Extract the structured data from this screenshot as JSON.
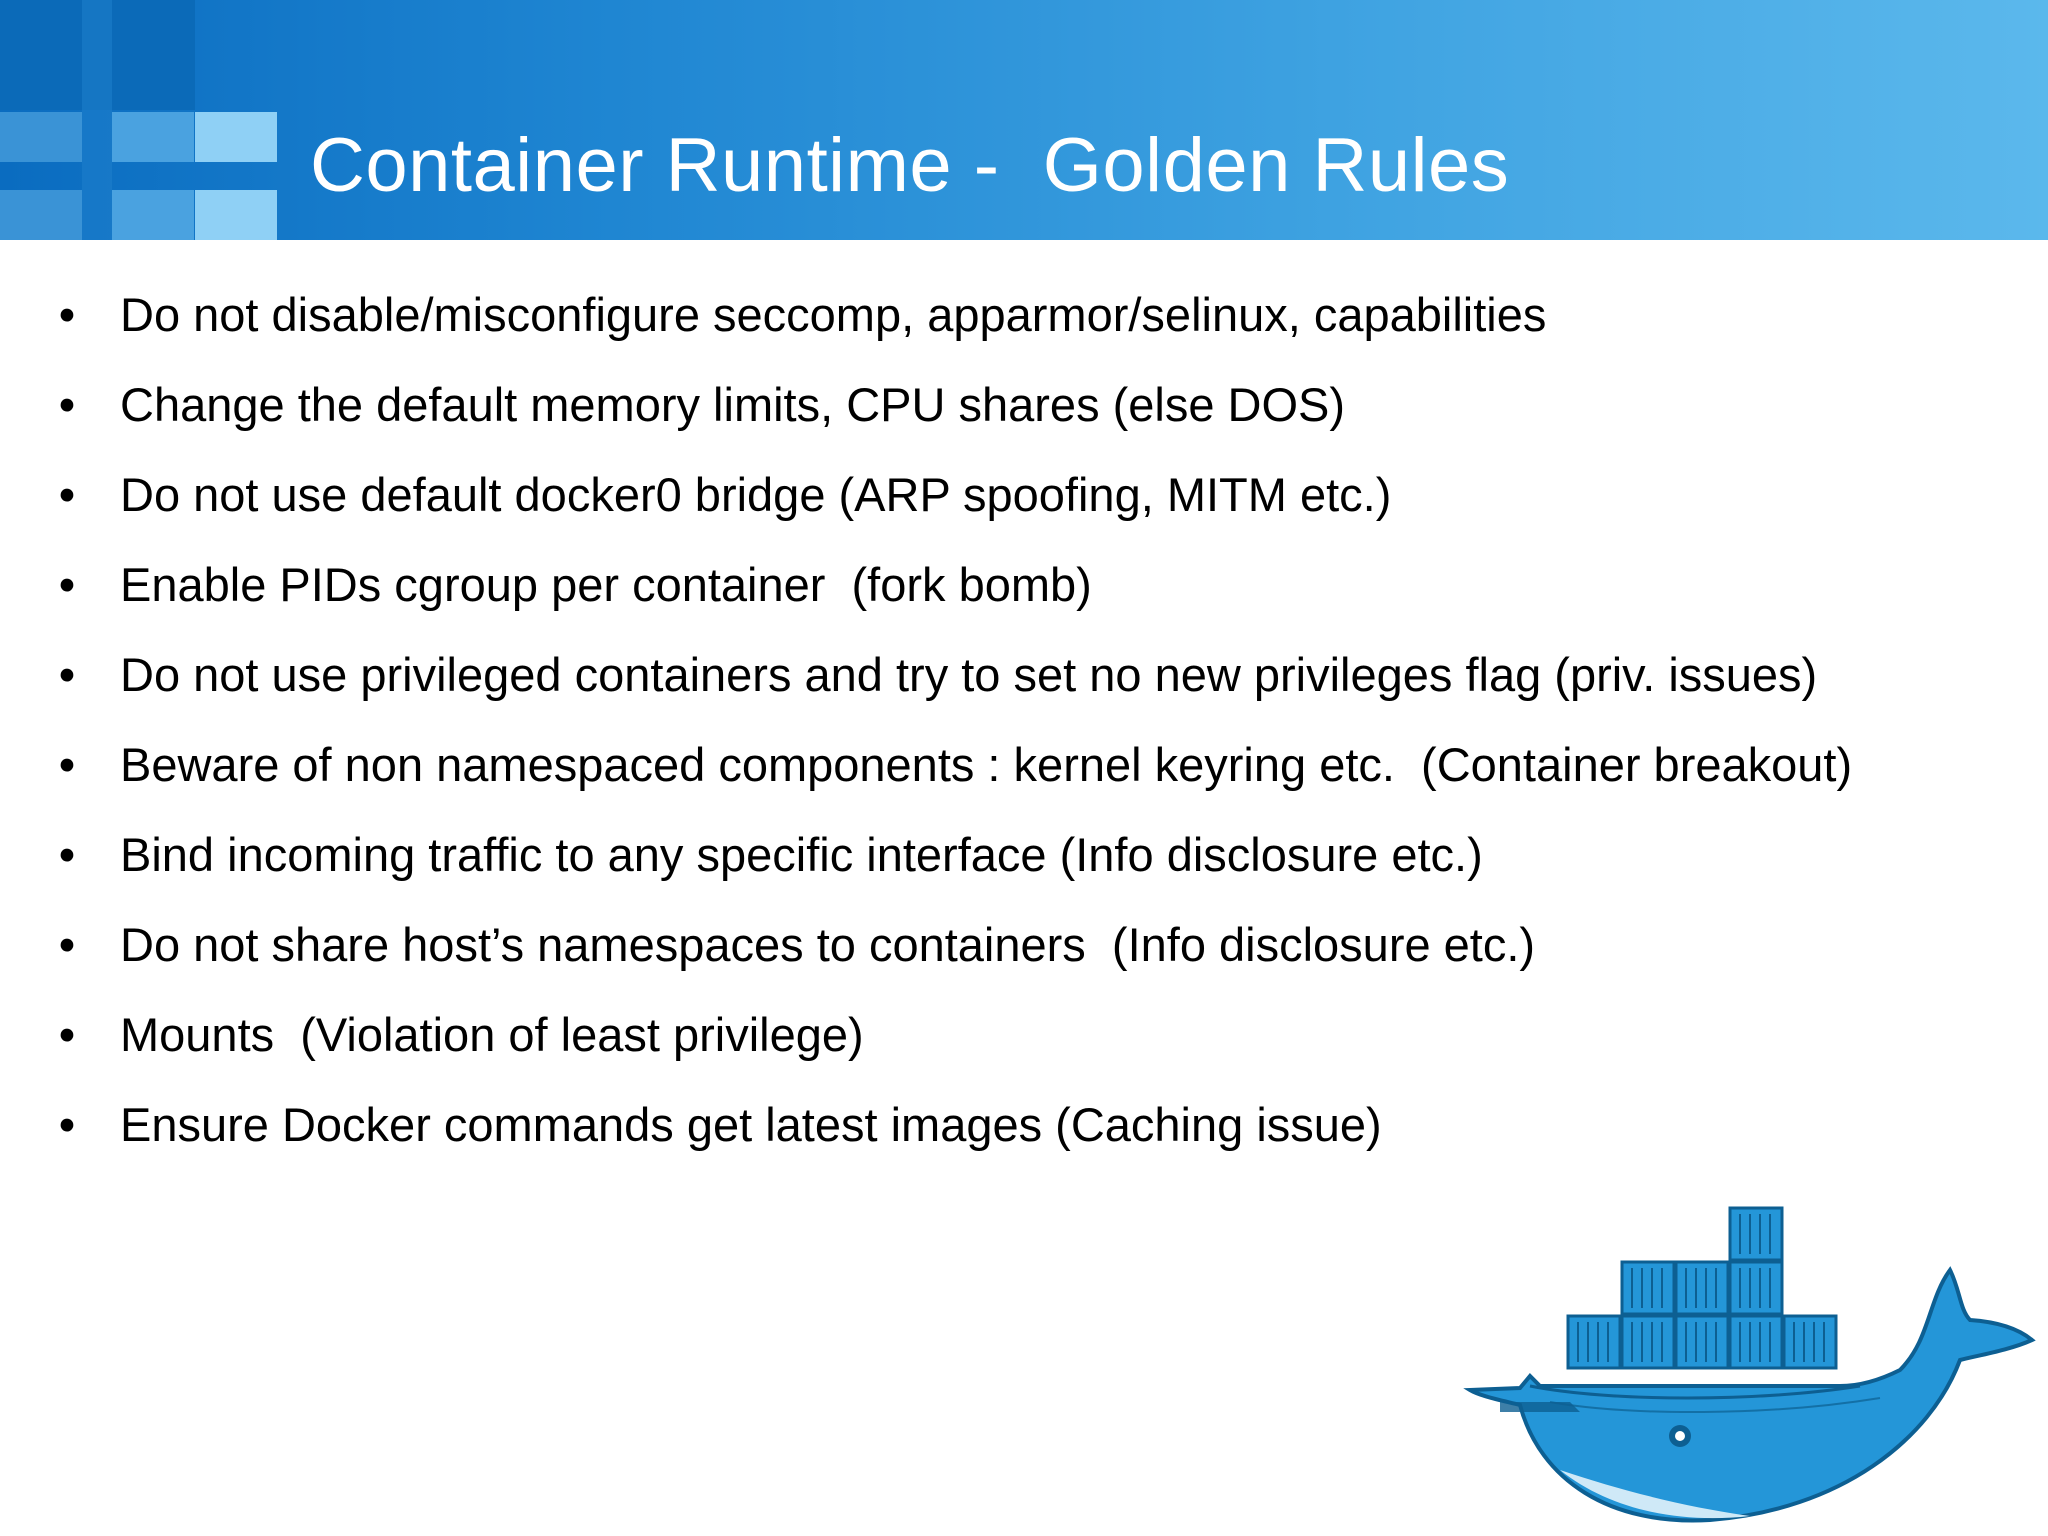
{
  "slide": {
    "title": "Container Runtime -  Golden Rules",
    "bullet_symbol": "•",
    "bullets": [
      "Do not disable/misconfigure seccomp, apparmor/selinux, capabilities",
      "Change the default memory limits, CPU shares (else DOS)",
      "Do not use default docker0 bridge (ARP spoofing, MITM etc.)",
      "Enable PIDs cgroup per container  (fork bomb)",
      "Do not use privileged containers and try to set no new privileges flag (priv. issues)",
      "Beware of non namespaced components : kernel keyring etc.  (Container breakout)",
      "Bind incoming traffic to any specific interface (Info disclosure etc.)",
      "Do not share host’s namespaces to containers  (Info disclosure etc.)",
      "Mounts  (Violation of least privilege)",
      "Ensure Docker commands get latest images (Caching issue)"
    ]
  },
  "colors": {
    "header_start": "#0a6cc0",
    "header_end": "#5bb8ec",
    "title_text": "#ffffff",
    "body_text": "#000000",
    "whale_blue": "#2496d8",
    "whale_dark": "#0d5f92"
  },
  "logo": {
    "icon": "docker-whale-icon"
  }
}
